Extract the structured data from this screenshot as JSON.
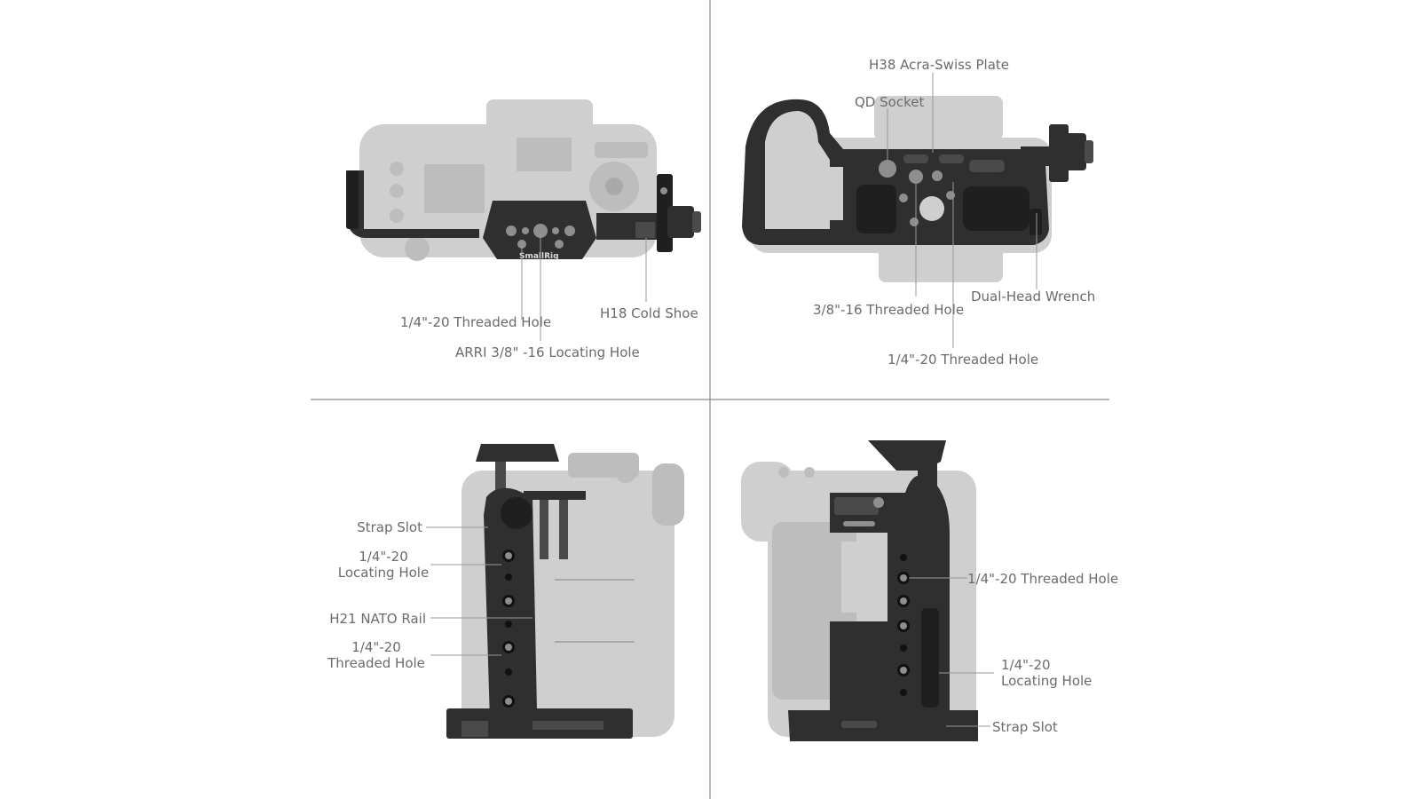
{
  "logo_text": "SmallRig",
  "panels": {
    "top_left": {
      "labels": {
        "threaded_hole": "1/4\"-20 Threaded Hole",
        "locating_hole": "ARRI 3/8\" -16 Locating Hole",
        "cold_shoe": "H18 Cold Shoe"
      }
    },
    "top_right": {
      "labels": {
        "plate": "H38 Acra-Swiss Plate",
        "qd_socket": "QD Socket",
        "threaded_38": "3/8\"-16 Threaded Hole",
        "wrench": "Dual-Head Wrench",
        "threaded_14": "1/4\"-20 Threaded Hole"
      }
    },
    "bottom_left": {
      "labels": {
        "strap_slot": "Strap Slot",
        "locating_hole": "1/4\"-20\nLocating Hole",
        "nato_rail": "H21 NATO Rail",
        "threaded_hole": "1/4\"-20\nThreaded Hole"
      }
    },
    "bottom_right": {
      "labels": {
        "threaded_hole": "1/4\"-20 Threaded Hole",
        "locating_hole": "1/4\"-20\nLocating Hole",
        "strap_slot": "Strap Slot"
      }
    }
  }
}
